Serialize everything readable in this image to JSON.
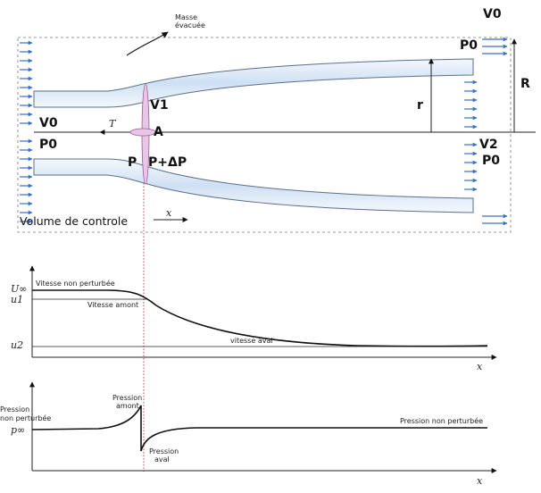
{
  "top": {
    "masse_evacuee": [
      "Masse",
      "évacuée"
    ],
    "volume": "Volume de controle",
    "V0_left": "V0",
    "P0_left": "P0",
    "P": "P",
    "PdP": "P+ΔP",
    "A": "A",
    "T": "T",
    "V1": "V1",
    "V2": "V2",
    "P0_right": "P0",
    "P0_top": "P0",
    "V0_top": "V0",
    "R": "R",
    "r": "r",
    "x": "x"
  },
  "velocity_plot": {
    "Uinf": "U∞",
    "u1": "u1",
    "u2": "u2",
    "label_unperturbed": "Vitesse non perturbée",
    "label_upstream": "Vitesse amont",
    "label_downstream": "vitesse aval",
    "xaxis": "x"
  },
  "pressure_plot": {
    "yaxis_label": [
      "Pression",
      "non perturbée"
    ],
    "pinf": "p∞",
    "label_upstream": [
      "Pression",
      "amont"
    ],
    "label_downstream": [
      "Pression",
      "aval"
    ],
    "label_right": "Pression non perturbée",
    "xaxis": "x"
  },
  "colors": {
    "tube": "#cfe0f4",
    "tube_edge": "#5a6f8a",
    "rotor": "#e8c6e6",
    "arrow_blue": "#3b6fc4"
  }
}
